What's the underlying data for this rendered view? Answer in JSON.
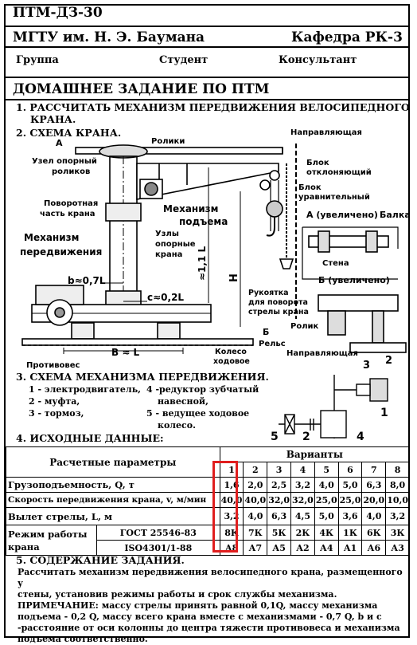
{
  "header": {
    "code": "ПТМ-ДЗ-30",
    "university": "МГТУ им. Н. Э. Баумана",
    "department": "Кафедра РК-3",
    "group_label": "Группа",
    "student_label": "Студент",
    "consultant_label": "Консультант"
  },
  "title": "ДОМАШНЕЕ ЗАДАНИЕ ПО ПТМ",
  "task": {
    "line1": "1. РАССЧИТАТЬ МЕХАНИЗМ ПЕРЕДВИЖЕНИЯ ВЕЛОСИПЕДНОГО",
    "line2": "КРАНА.",
    "scheme_title": "2. СХЕМА КРАНА."
  },
  "diagram_labels": {
    "a_mark": "А",
    "rollers": "Ролики",
    "guide_top": "Направляющая",
    "support_node": "Узел опорный",
    "support_node2": "роликов",
    "block_deflect1": "Блок",
    "block_deflect2": "отклоняющий",
    "block_equal1": "Блок",
    "block_equal2": "уравнительный",
    "rotary1": "Поворотная",
    "rotary2": "часть крана",
    "lift_mech1": "Механизм",
    "lift_mech2": "подъема",
    "a_enlarged": "А (увеличено)",
    "beam": "Балка",
    "travel_mech1": "Механизм",
    "travel_mech2": "передвижения",
    "support_nodes1": "Узлы",
    "support_nodes2": "опорные",
    "support_nodes3": "крана",
    "wall": "Стена",
    "height_l": "≈1,1 L",
    "height_h": "Н",
    "b_07": "b≈0,7L",
    "c_02": "c≈0,2L",
    "b_enlarged": "Б (увеличено)",
    "handle1": "Рукоятка",
    "handle2": "для поворота",
    "handle3": "стрелы крана",
    "roller": "Ролик",
    "b_mark": "Б",
    "rail": "Рельс",
    "guide_bottom": "Направляющая",
    "counterweight": "Противовес",
    "base_b": "В ≈ L",
    "wheel1": "Колесо",
    "wheel2": "ходовое"
  },
  "mechanism": {
    "title": "3. СХЕМА МЕХАНИЗМА ПЕРЕДВИЖЕНИЯ.",
    "item1": "1 - электродвигатель,",
    "item4a": "4 -редуктор зубчатый",
    "item4b": "навесной,",
    "item2": "2 - муфта,",
    "item3": "3 - тормоз,",
    "item5a": "5 - ведущее ходовое",
    "item5b": "колесо.",
    "n1": "1",
    "n2": "2",
    "n3": "3",
    "n4": "4",
    "n5": "5"
  },
  "initial_data_title": "4. ИСХОДНЫЕ ДАННЫЕ:",
  "table": {
    "param_header": "Расчетные параметры",
    "variants_header": "Варианты",
    "variants": [
      "1",
      "2",
      "3",
      "4",
      "5",
      "6",
      "7",
      "8"
    ],
    "rows": [
      {
        "label": "Грузоподъемность, Q, т",
        "values": [
          "1,6",
          "2,0",
          "2,5",
          "3,2",
          "4,0",
          "5,0",
          "6,3",
          "8,0"
        ]
      },
      {
        "label": "Скорость передвижения крана, v, м/мин",
        "values": [
          "40,0",
          "40,0",
          "32,0",
          "32,0",
          "25,0",
          "25,0",
          "20,0",
          "10,0"
        ]
      },
      {
        "label": "Вылет стрелы, L, м",
        "values": [
          "3,2",
          "4,0",
          "6,3",
          "4,5",
          "5,0",
          "3,6",
          "4,0",
          "3,2"
        ]
      }
    ],
    "mode_label1": "Режим работы",
    "mode_label2": "крана",
    "gost1": "ГОСТ 25546-83",
    "gost2": "ISO4301/1-88",
    "mode_gost": [
      "8К",
      "7К",
      "5К",
      "2К",
      "4К",
      "1К",
      "6К",
      "3К"
    ],
    "mode_iso": [
      "А8",
      "А7",
      "А5",
      "А2",
      "А4",
      "А1",
      "А6",
      "А3"
    ]
  },
  "content": {
    "title": "5. СОДЕРЖАНИЕ ЗАДАНИЯ.",
    "p1": "Рассчитать механизм передвижения  велосипедного крана, размещенного у",
    "p2": "стены, установив режимы работы и срок службы механизма.",
    "note1_head": "ПРИМЕЧАНИЕ:",
    "note1": "  массу стрелы принять равной 0,1Q, массу  механизма",
    "note2": "подъема - 0,2 Q, массу всего крана вместе с механизмами   - 0,7 Q, b и с",
    "note3": "-расстояние от оси колонны до центра тяжести противовеса и механизма",
    "note4": "подъема соответственно."
  },
  "colors": {
    "highlight": "#e01e1e"
  }
}
